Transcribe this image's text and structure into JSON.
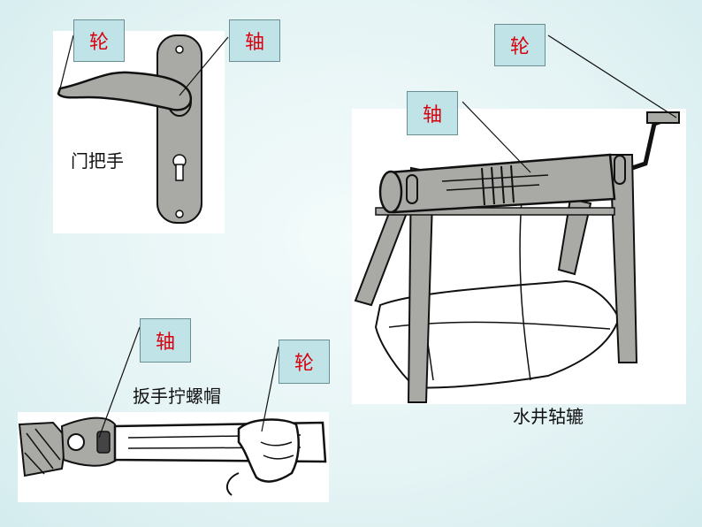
{
  "labels": {
    "wheel": "轮",
    "axle": "轴"
  },
  "captions": {
    "door_handle": "门把手",
    "wrench": "扳手拧螺帽",
    "windlass": "水井轱辘"
  },
  "colors": {
    "tag_fill": "#bfe3e6",
    "tag_text": "#d8000f",
    "drawing_fill": "#a9aaa5"
  }
}
